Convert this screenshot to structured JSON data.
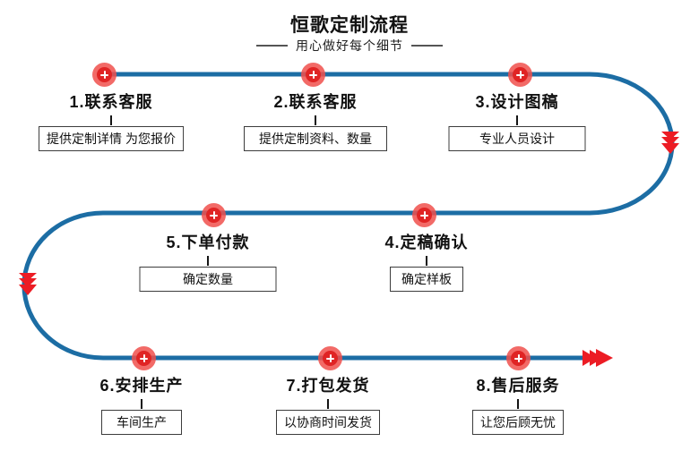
{
  "header": {
    "title": "恒歌定制流程",
    "subtitle": "用心做好每个细节"
  },
  "steps": [
    {
      "id": 1,
      "label": "1.联系客服",
      "detail": "提供定制详情 为您报价"
    },
    {
      "id": 2,
      "label": "2.联系客服",
      "detail": "提供定制资料、数量"
    },
    {
      "id": 3,
      "label": "3.设计图稿",
      "detail": "专业人员设计"
    },
    {
      "id": 4,
      "label": "4.定稿确认",
      "detail": "确定样板"
    },
    {
      "id": 5,
      "label": "5.下单付款",
      "detail": "确定数量"
    },
    {
      "id": 6,
      "label": "6.安排生产",
      "detail": "车间生产"
    },
    {
      "id": 7,
      "label": "7.打包发货",
      "detail": "以协商时间发货"
    },
    {
      "id": 8,
      "label": "8.售后服务",
      "detail": "让您后顾无忧"
    }
  ],
  "icons": {
    "marker": "plus-icon",
    "curve_arrows": "triple-chevron-down",
    "end_arrow": "triple-chevron-right"
  },
  "colors": {
    "flow_line": "#1c6da4",
    "marker_outer": "#f0504c",
    "marker_inner": "#e02424",
    "arrow_red": "#ec1c24",
    "text": "#1a1a1a"
  }
}
